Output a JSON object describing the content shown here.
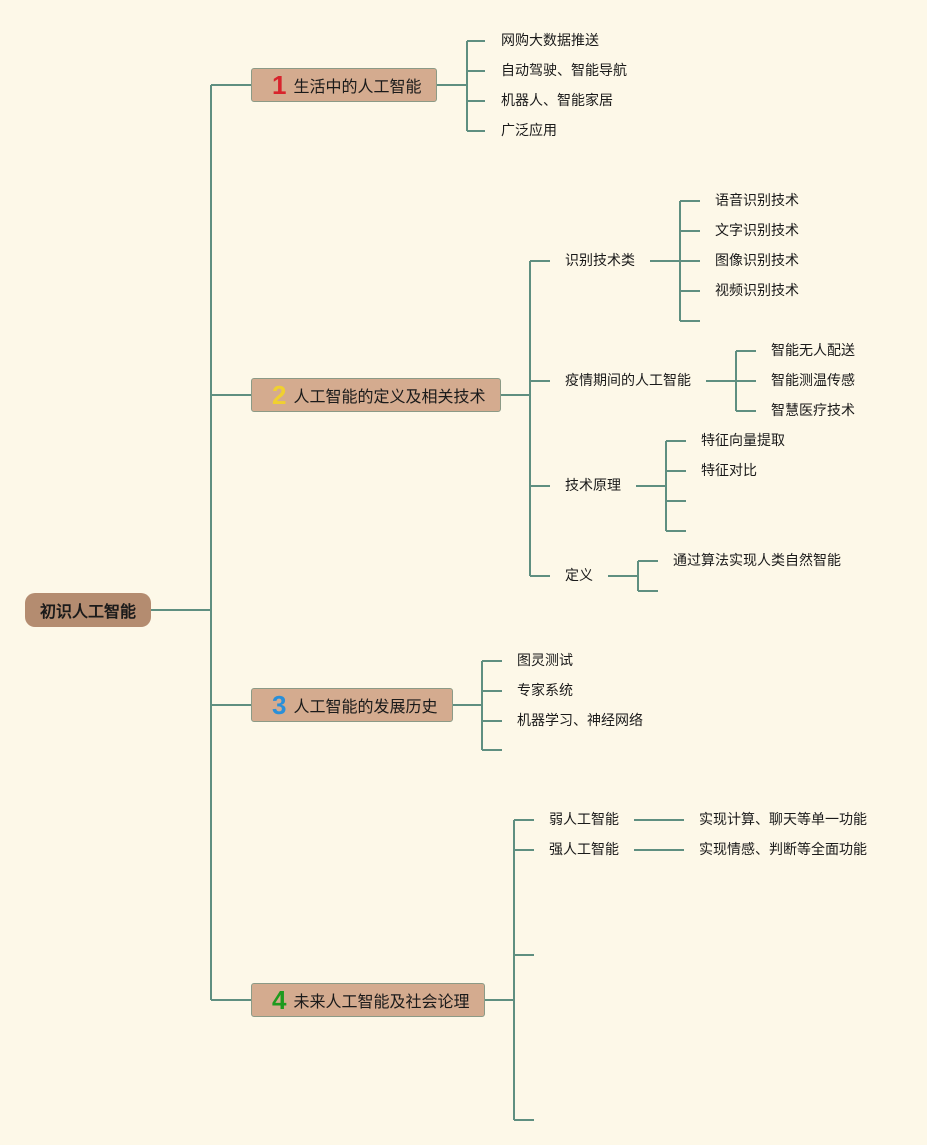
{
  "root": {
    "label": "初识人工智能"
  },
  "branches": [
    {
      "number": "1",
      "number_color": "#d8242c",
      "label": "生活中的人工智能",
      "children": [
        "网购大数据推送",
        "自动驾驶、智能导航",
        "机器人、智能家居",
        "广泛应用"
      ]
    },
    {
      "number": "2",
      "number_color": "#f0d030",
      "label": "人工智能的定义及相关技术",
      "children": [
        {
          "label": "识别技术类",
          "children": [
            "语音识别技术",
            "文字识别技术",
            "图像识别技术",
            "视频识别技术",
            ""
          ]
        },
        {
          "label": "疫情期间的人工智能",
          "children": [
            "智能无人配送",
            "智能测温传感",
            "智慧医疗技术"
          ]
        },
        {
          "label": "技术原理",
          "children": [
            "特征向量提取",
            "特征对比",
            "",
            ""
          ]
        },
        {
          "label": "定义",
          "children": [
            "通过算法实现人类自然智能",
            ""
          ]
        }
      ]
    },
    {
      "number": "3",
      "number_color": "#2a8fd8",
      "label": "人工智能的发展历史",
      "children": [
        "图灵测试",
        "专家系统",
        "机器学习、神经网络",
        ""
      ]
    },
    {
      "number": "4",
      "number_color": "#1e9a1e",
      "label": "未来人工智能及社会论理",
      "children": [
        {
          "label": "弱人工智能",
          "children": [
            "实现计算、聊天等单一功能"
          ]
        },
        {
          "label": "强人工智能",
          "children": [
            "实现情感、判断等全面功能"
          ]
        },
        {
          "label": "",
          "children": []
        },
        {
          "label": "",
          "children": []
        }
      ]
    }
  ],
  "colors": {
    "line": "#5f8f80",
    "background": "#fdf8e8",
    "root_fill": "#b48c70",
    "branch_fill": "#d4ab8f"
  }
}
